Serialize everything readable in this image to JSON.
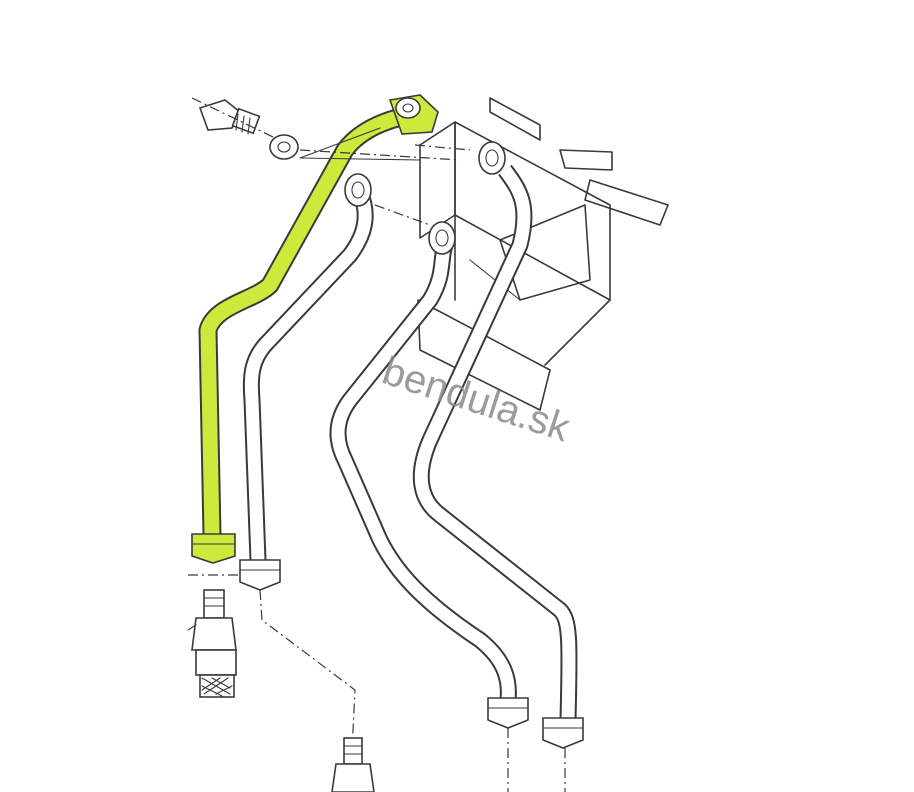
{
  "watermark": {
    "text": "bendula.sk"
  },
  "colors": {
    "highlight": "#cde93c",
    "line": "#3a3a3a",
    "background": "#ffffff",
    "watermark": "#8a8a8a"
  },
  "parts": [
    "highlighted-pipe",
    "pipe-2",
    "pipe-3",
    "pipe-4",
    "injection-pump-body",
    "banjo-bolt",
    "sealing-washer",
    "injector-nozzle-left",
    "injector-nozzle-center"
  ]
}
